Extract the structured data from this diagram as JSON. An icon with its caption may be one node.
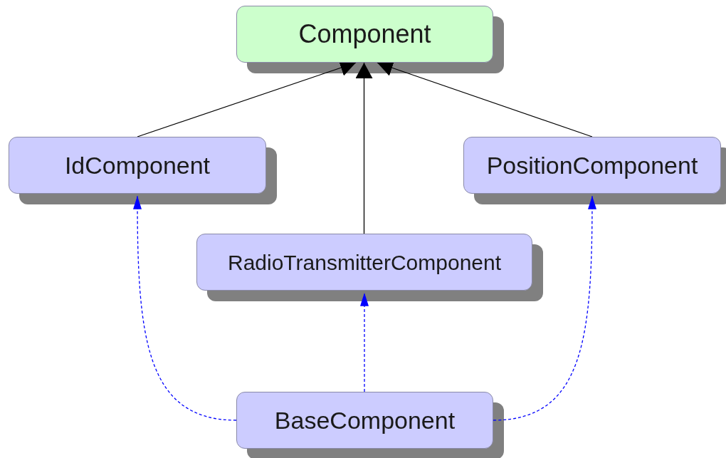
{
  "diagram": {
    "nodes": [
      {
        "text": [
          "Component"
        ]
      },
      {
        "text": [
          "IdComponent"
        ]
      },
      {
        "text": [
          "PositionComponent"
        ]
      },
      {
        "text": [
          "RadioTransmitterComponent"
        ]
      },
      {
        "text": [
          "BaseComponent"
        ]
      }
    ],
    "edges": [
      {
        "from": 1,
        "to": 0,
        "arrow": "to"
      },
      {
        "from": 3,
        "to": 0,
        "arrow": "to"
      },
      {
        "from": 2,
        "to": 0,
        "arrow": "to"
      },
      {
        "from": 4,
        "to": 1,
        "arrow": "to",
        "style": "dashed",
        "color": "#0000ff"
      },
      {
        "from": 4,
        "to": 3,
        "arrow": "to",
        "style": "dashed",
        "color": "#0000ff"
      },
      {
        "from": 4,
        "to": 2,
        "arrow": "to",
        "style": "dashed",
        "color": "#0000ff"
      }
    ]
  }
}
